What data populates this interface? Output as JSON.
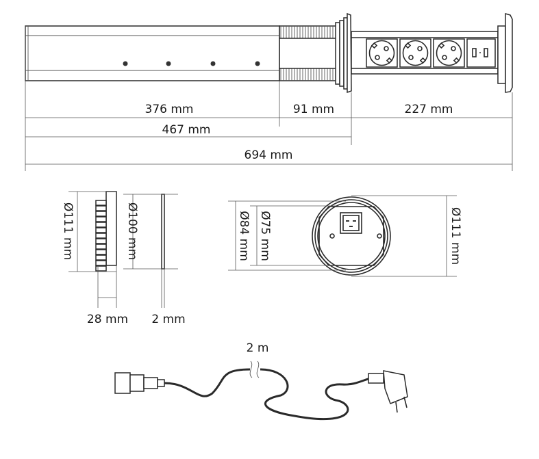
{
  "top_view": {
    "dims": {
      "tube": "376 mm",
      "thread": "91 mm",
      "sockets": "227 mm",
      "body": "467 mm",
      "total": "694 mm"
    },
    "socket_count": 3,
    "usb_ports": 2
  },
  "side_views": {
    "flange_diameter": "Ø111 mm",
    "flange_depth": "28 mm",
    "plate_diameter": "Ø100 mm",
    "plate_thickness": "2 mm"
  },
  "front_view": {
    "outer_diameter": "Ø84 mm",
    "inner_diameter": "Ø75 mm",
    "flange_diameter": "Ø111 mm"
  },
  "cable": {
    "length": "2 m"
  }
}
